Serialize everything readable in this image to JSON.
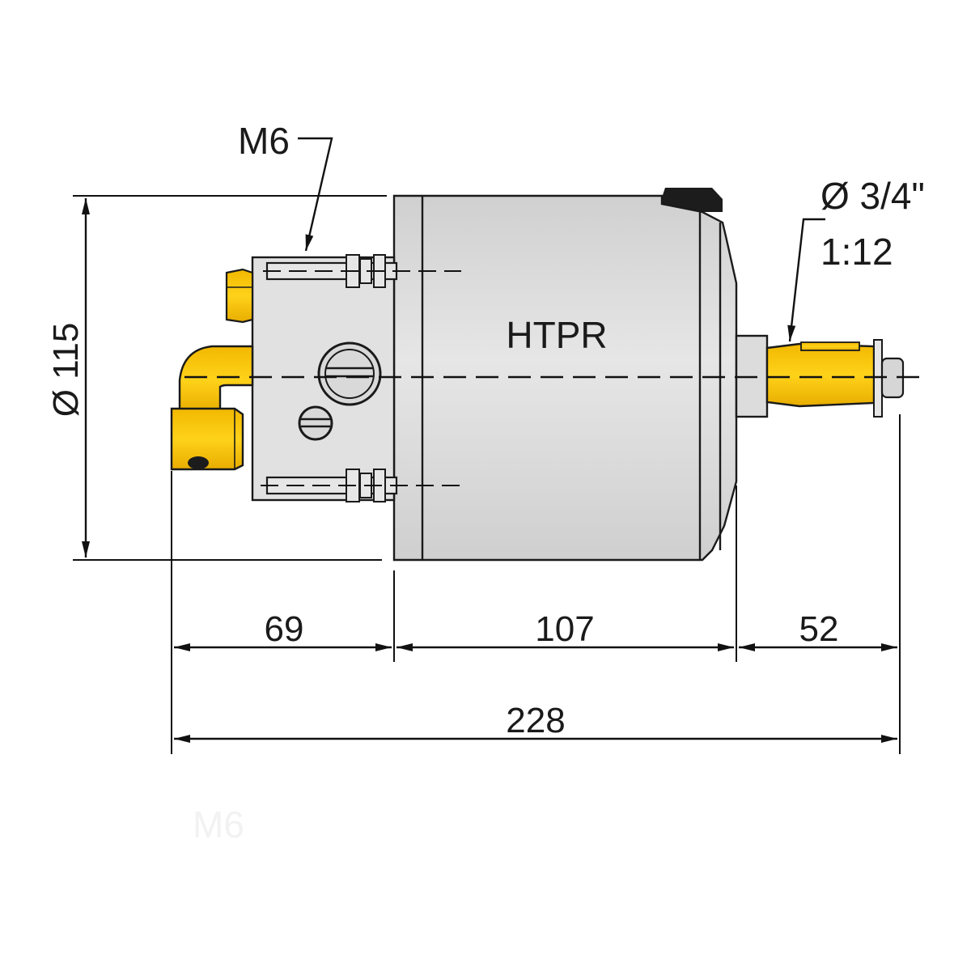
{
  "product_label": "HTPR",
  "dimensions": {
    "diameter": "Ø 115",
    "front_length": "69",
    "body_length": "107",
    "shaft_length": "52",
    "total_length": "228"
  },
  "callouts": {
    "bolt_thread": "M6",
    "shaft_diameter": "Ø 3/4\"",
    "shaft_taper": "1:12"
  },
  "ghost_text": "M6",
  "colors": {
    "body_gray": "#e3e3e3",
    "fitting_yellow": "#f7c600",
    "line": "#111111"
  }
}
